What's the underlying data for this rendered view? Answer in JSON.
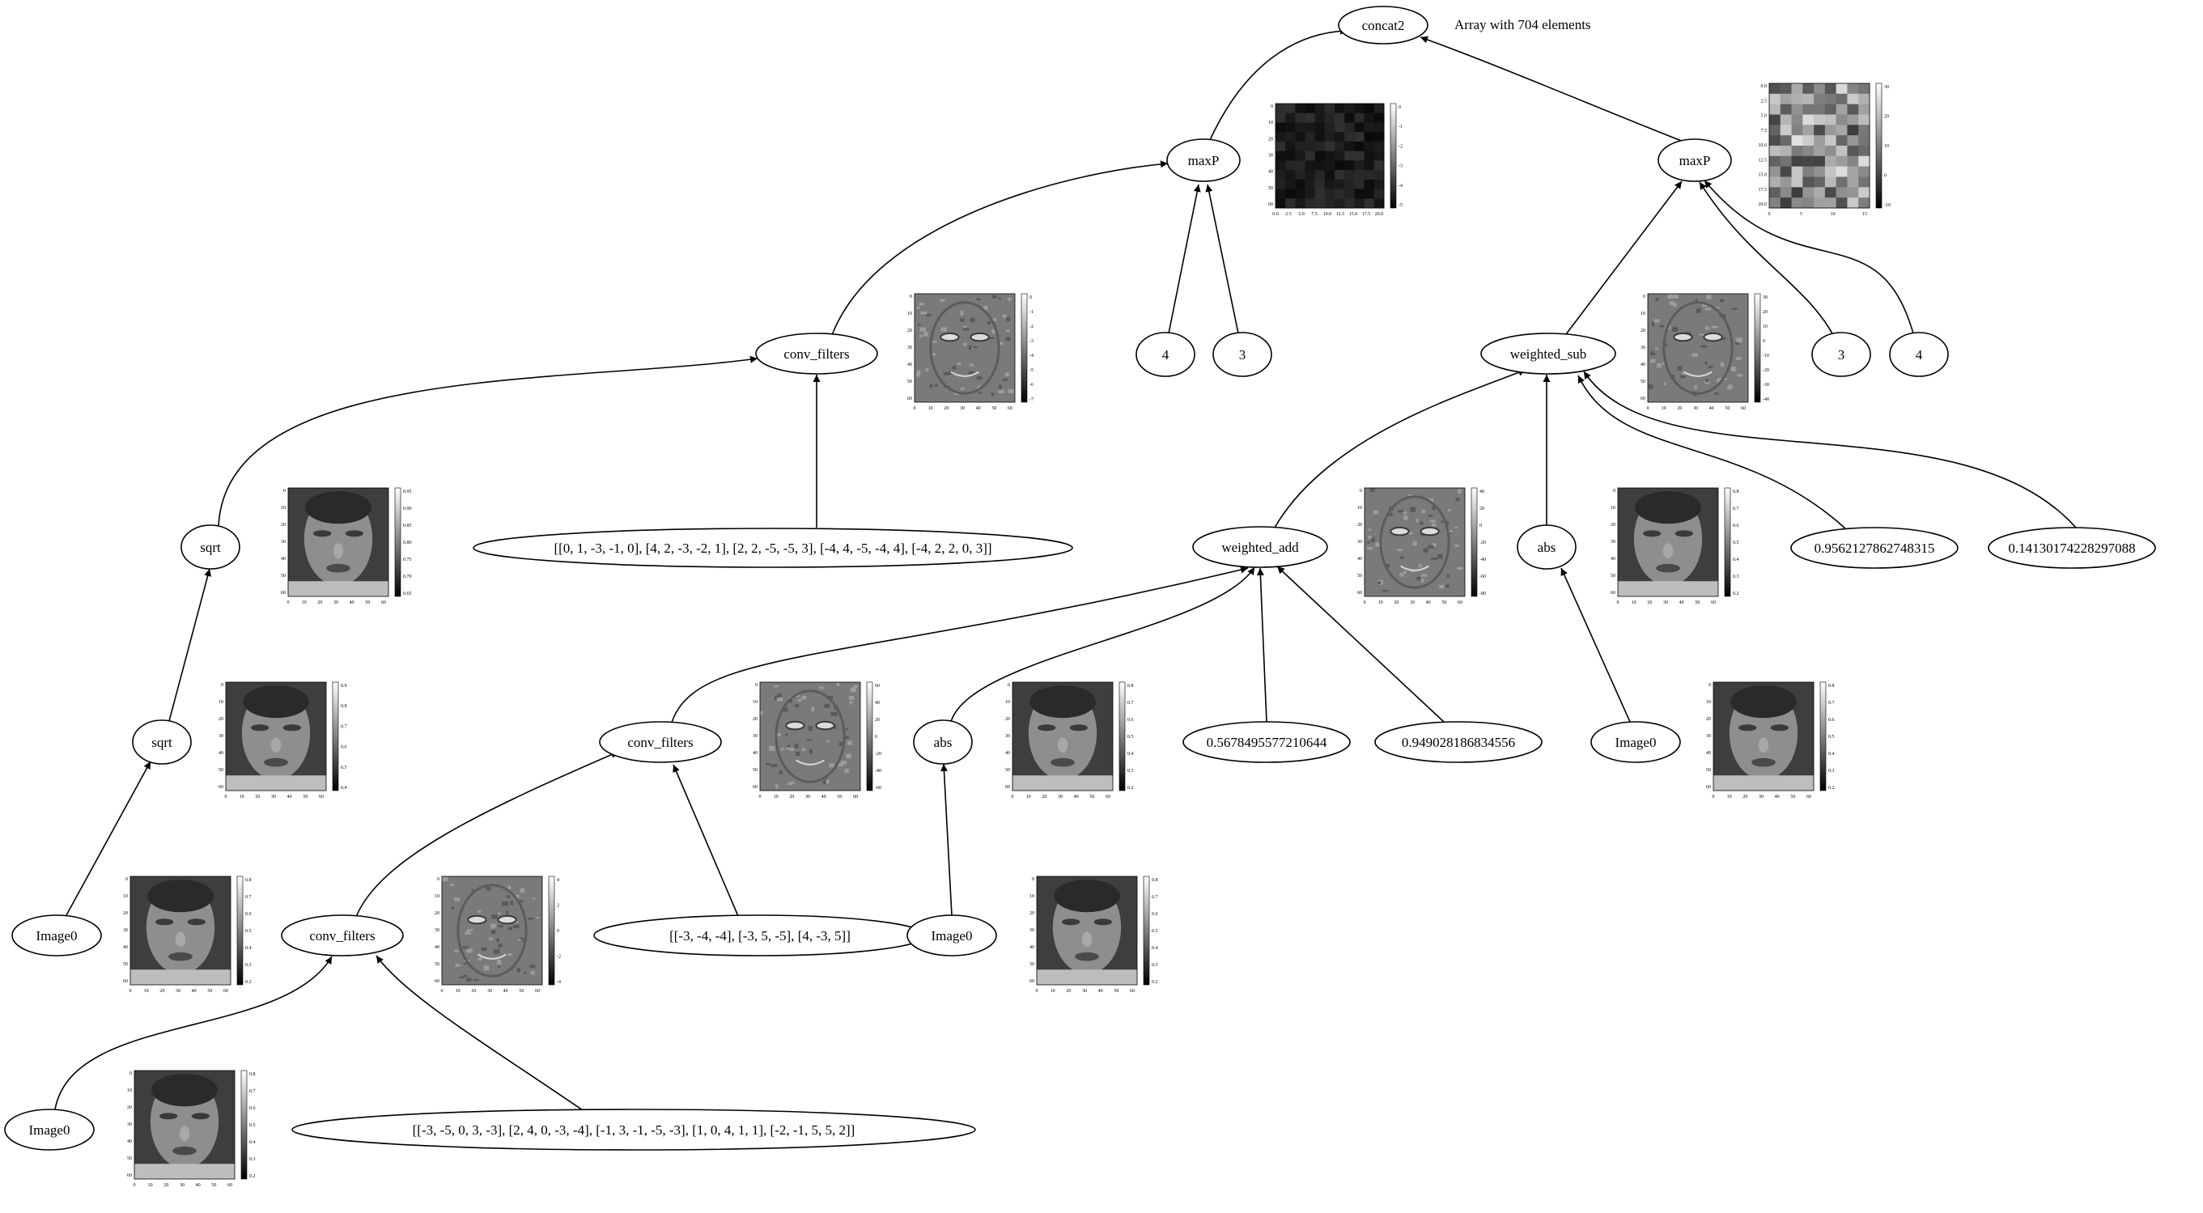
{
  "graph": {
    "annotation": "Array with 704 elements",
    "nodes": {
      "concat2": "concat2",
      "maxp_left": "maxP",
      "maxp_right": "maxP",
      "conv_top": "conv_filters",
      "num_4_left": "4",
      "num_3_left": "3",
      "weighted_sub": "weighted_sub",
      "num_3_right": "3",
      "num_4_right": "4",
      "sqrt_top": "sqrt",
      "filter_5x5_top": "[[0, 1, -3, -1, 0], [4, 2, -3, -2, 1], [2, 2, -5, -5, 3], [-4, 4, -5, -4, 4], [-4, 2, 2, 0, 3]]",
      "weighted_add": "weighted_add",
      "abs_right": "abs",
      "w_sub_a": "0.9562127862748315",
      "w_sub_b": "0.14130174228297088",
      "sqrt_mid": "sqrt",
      "conv_mid": "conv_filters",
      "abs_mid": "abs",
      "w_add_a": "0.5678495577210644",
      "w_add_b": "0.949028186834556",
      "image0_right": "Image0",
      "image0_left": "Image0",
      "conv_low": "conv_filters",
      "filter_3x3": "[[-3, -4, -4], [-3, 5, -5], [4, -3, 5]]",
      "image0_mid": "Image0",
      "image0_bottom": "Image0",
      "filter_5x5_bottom": "[[-3, -5, 0, 3, -3], [2, 4, 0, -3, -4], [-1, 3, -1, -5, -3], [1, 0, 4, 1, 1], [-2, -1, 5, 5, 2]]"
    }
  },
  "thumbnails": {
    "maxp_left": {
      "kind": "pooled-dark",
      "ticks_x": [
        "0.0",
        "2.5",
        "5.0",
        "7.5",
        "10.0",
        "12.5",
        "15.0",
        "17.5",
        "20.0"
      ],
      "colorbar": [
        "0",
        "-1",
        "-2",
        "-3",
        "-4",
        "-5"
      ]
    },
    "maxp_right": {
      "kind": "pooled-light",
      "ticks_y": [
        "0.0",
        "2.5",
        "5.0",
        "7.5",
        "10.0",
        "12.5",
        "15.0",
        "17.5",
        "20.0"
      ],
      "ticks_x": [
        "0",
        "5",
        "10",
        "15"
      ],
      "colorbar": [
        "30",
        "20",
        "10",
        "0",
        "-10"
      ]
    },
    "conv_top": {
      "kind": "edge",
      "colorbar": [
        "0",
        "-1",
        "-2",
        "-3",
        "-4",
        "-5",
        "-6",
        "-7"
      ]
    },
    "weighted_sub": {
      "kind": "edge",
      "colorbar": [
        "30",
        "20",
        "10",
        "0",
        "-10",
        "-20",
        "-30",
        "-40"
      ]
    },
    "sqrt_top": {
      "kind": "face",
      "colorbar": [
        "0.95",
        "0.90",
        "0.85",
        "0.80",
        "0.75",
        "0.70",
        "0.65"
      ]
    },
    "weighted_add": {
      "kind": "edge",
      "colorbar": [
        "40",
        "20",
        "0",
        "-20",
        "-40",
        "-60",
        "-80"
      ]
    },
    "abs_right": {
      "kind": "face",
      "colorbar": [
        "0.8",
        "0.7",
        "0.6",
        "0.5",
        "0.4",
        "0.3",
        "0.2"
      ]
    },
    "sqrt_mid": {
      "kind": "face",
      "colorbar": [
        "0.9",
        "0.8",
        "0.7",
        "0.6",
        "0.5",
        "0.4"
      ]
    },
    "conv_mid": {
      "kind": "edge",
      "colorbar": [
        "60",
        "40",
        "20",
        "0",
        "-20",
        "-40",
        "-60"
      ]
    },
    "abs_mid": {
      "kind": "face",
      "colorbar": [
        "0.8",
        "0.7",
        "0.6",
        "0.5",
        "0.4",
        "0.3",
        "0.2"
      ]
    },
    "image0_right": {
      "kind": "face",
      "colorbar": [
        "0.8",
        "0.7",
        "0.6",
        "0.5",
        "0.4",
        "0.3",
        "0.2"
      ]
    },
    "image0_left": {
      "kind": "face",
      "colorbar": [
        "0.8",
        "0.7",
        "0.6",
        "0.5",
        "0.4",
        "0.3",
        "0.2"
      ]
    },
    "conv_low": {
      "kind": "edge",
      "colorbar": [
        "4",
        "2",
        "0",
        "-2",
        "-4"
      ]
    },
    "image0_mid": {
      "kind": "face",
      "colorbar": [
        "0.8",
        "0.7",
        "0.6",
        "0.5",
        "0.4",
        "0.3",
        "0.2"
      ]
    },
    "image0_bottom": {
      "kind": "face",
      "colorbar": [
        "0.8",
        "0.7",
        "0.6",
        "0.5",
        "0.4",
        "0.3",
        "0.2"
      ]
    },
    "axis_ticks_face": [
      "0",
      "10",
      "20",
      "30",
      "40",
      "50",
      "60"
    ]
  },
  "colors": {
    "stroke": "#000000",
    "background": "#ffffff"
  }
}
